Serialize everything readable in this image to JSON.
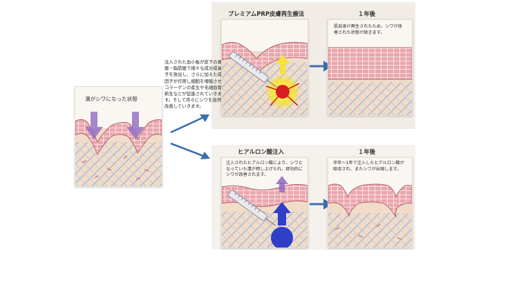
{
  "initial": {
    "label": "溝がシワになった状態"
  },
  "prp": {
    "title": "プレミアムPRP皮膚再生療法",
    "description": "注入された血小板が皮下の真皮層・脂肪層で様々な成分成長因子を放出し、さらに加えた成長因子が作用し細胞を増殖させ、コラーゲンの産生や毛細血管の新生などが促進されていきます。そして序々にシワを自然に改善していきます。",
    "after_title": "１年後",
    "after_note": "肌自身が再生されたため、シワが改善された状態が続きます。"
  },
  "hyaluronic": {
    "title": "ヒアルロン酸注入",
    "description": "注入されたヒアルロン酸により、シワとなっていた溝が押し上げられ、即効的にシワが改善されます。",
    "after_title": "１年後",
    "after_note": "半年〜1年で注入したヒアルロン酸が吸収され、またシワが出現します。"
  },
  "colors": {
    "epidermis": "#e8a0a8",
    "epidermis_line": "#b2626e",
    "dermis": "#f1dcc8",
    "fibers": "#9fb3cf",
    "arrow_blue": "#3a6fb0",
    "hyaluronic_blue": "#2f3fc8",
    "growth_red": "#d81e1e",
    "growth_yellow": "#f7e23a",
    "push_purple": "#8f6ac2"
  }
}
